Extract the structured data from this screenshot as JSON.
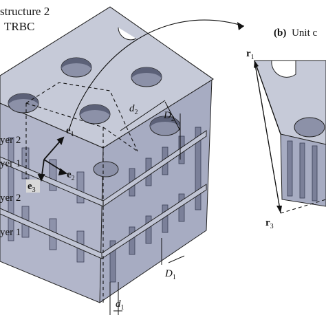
{
  "header": {
    "title_line1": "structure 2",
    "title_line2": "TRBC",
    "panel_b_tag": "(b)",
    "panel_b_text": "Unit c"
  },
  "vectors": {
    "e1": {
      "base": "e",
      "sub": "1"
    },
    "e2": {
      "base": "e",
      "sub": "2"
    },
    "e3": {
      "base": "e",
      "sub": "3"
    },
    "r1": {
      "base": "r",
      "sub": "1"
    },
    "r3": {
      "base": "r",
      "sub": "3"
    }
  },
  "layers": [
    {
      "label": "yer 2"
    },
    {
      "label": "yer 1"
    },
    {
      "label": "yer 2"
    },
    {
      "label": "yer 1"
    }
  ],
  "dimensions": {
    "d2": {
      "base": "d",
      "sub": "2"
    },
    "D2": {
      "base": "D",
      "sub": "2"
    },
    "D1": {
      "base": "D",
      "sub": "1"
    },
    "d1": {
      "base": "d",
      "sub": "1"
    }
  },
  "colors": {
    "top_face": "#c6cad8",
    "side_face": "#a7acc2",
    "dark_face": "#6f7590",
    "hole": "#8c91a8",
    "outline": "#222222"
  }
}
